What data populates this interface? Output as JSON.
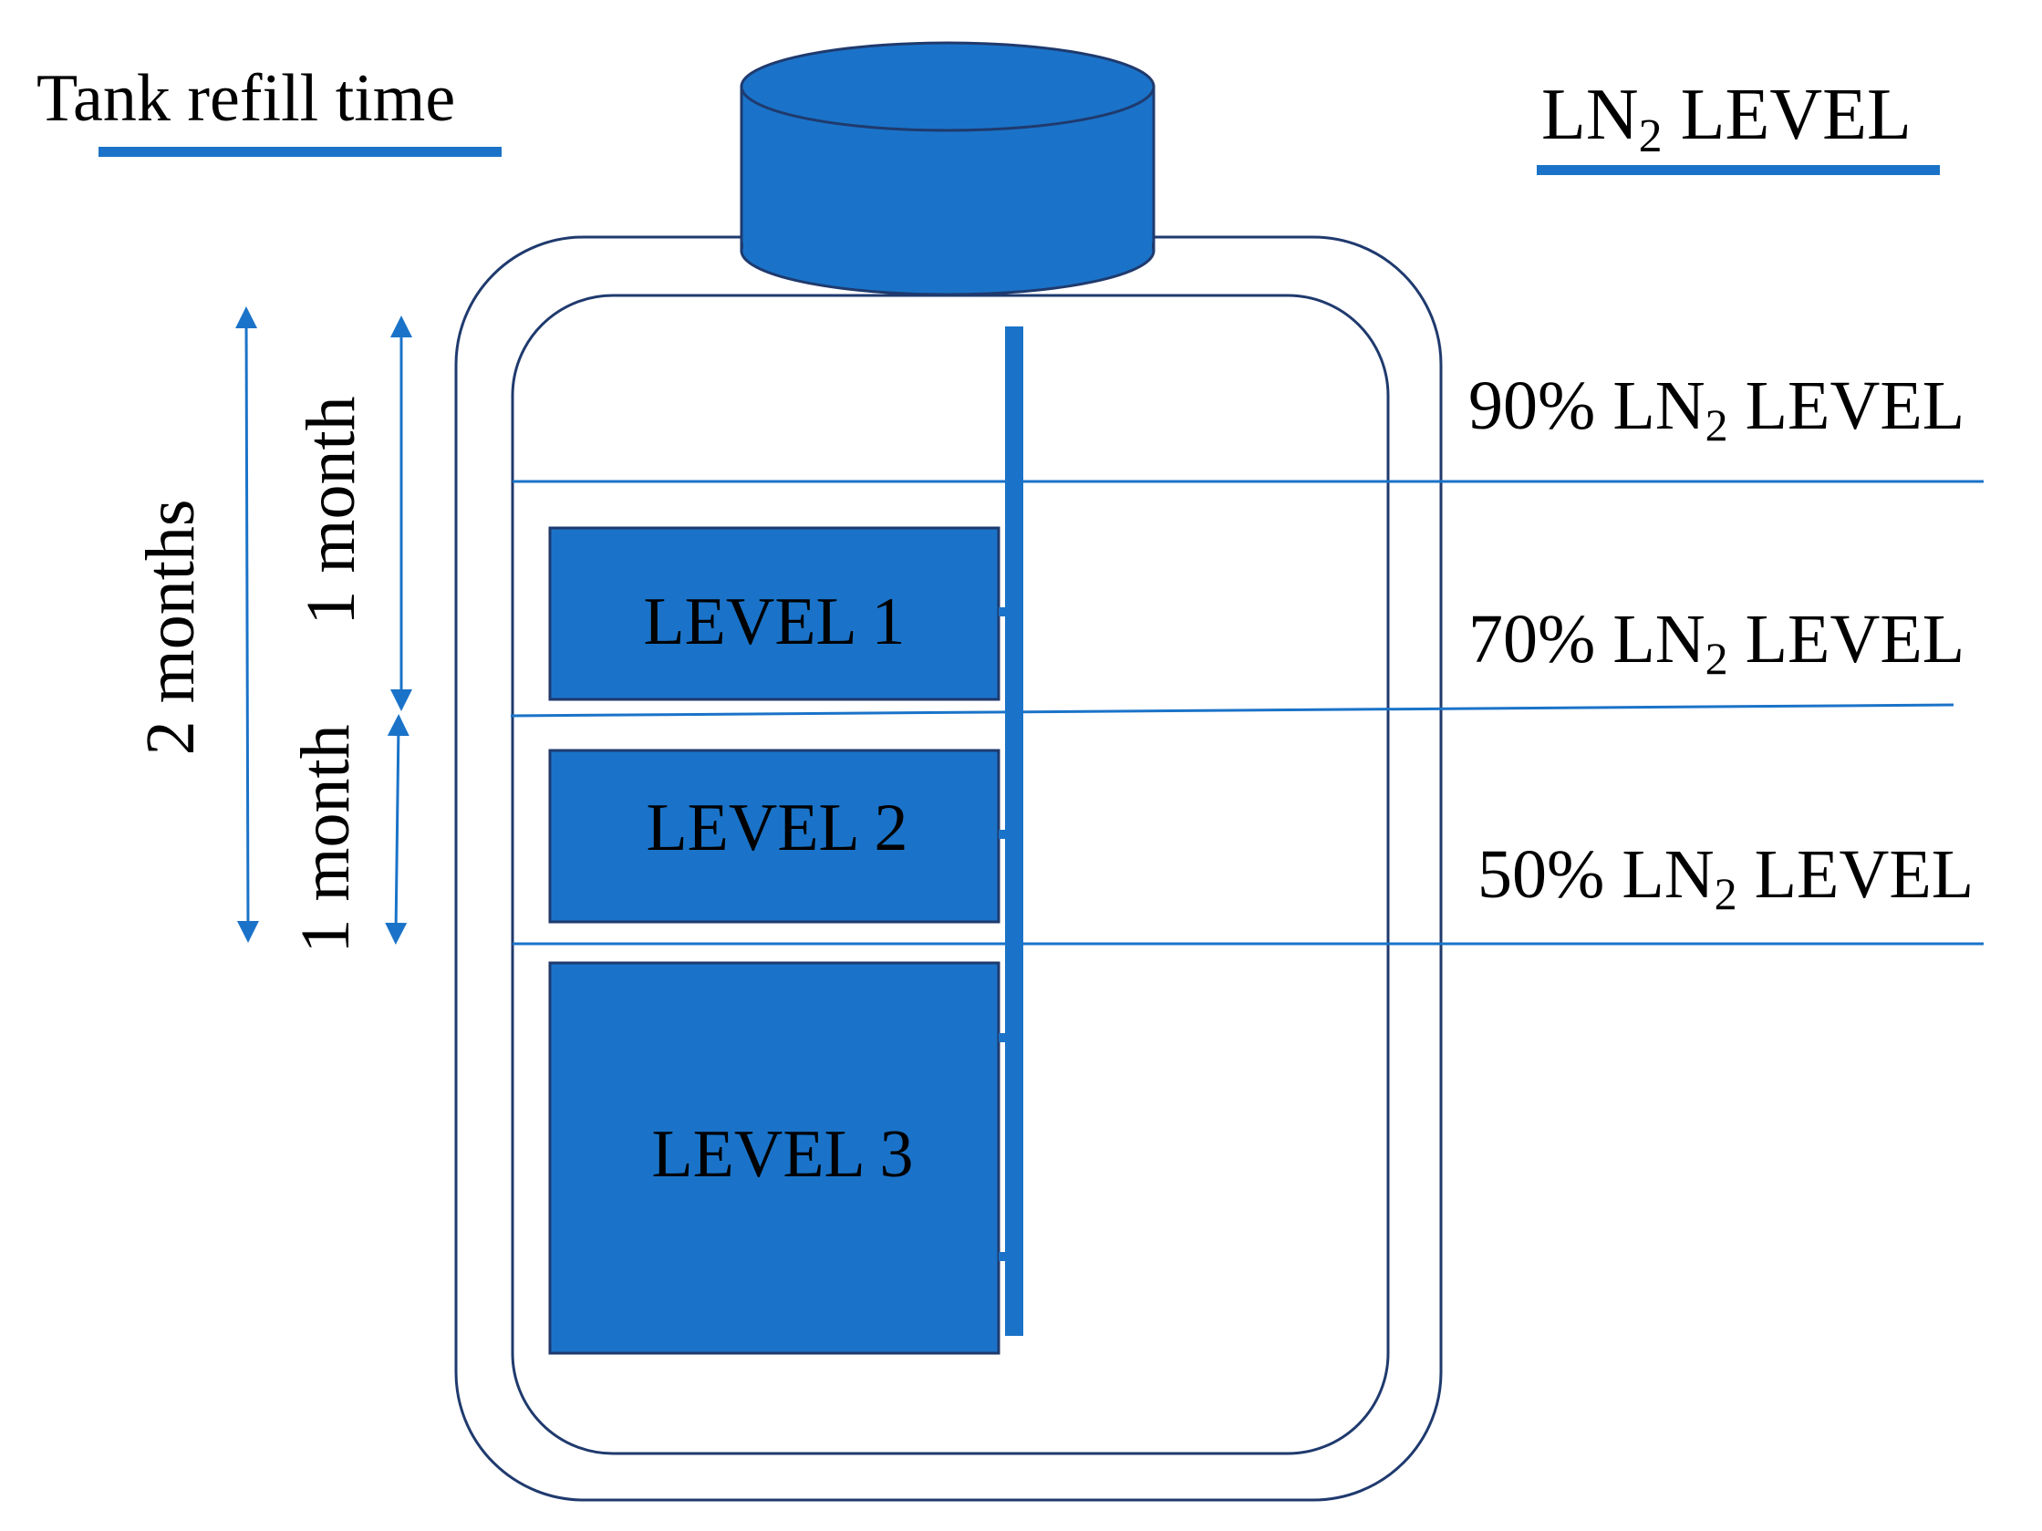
{
  "left_header": {
    "title": "Tank refill time"
  },
  "right_header": {
    "title_prefix": "LN",
    "title_sub": "2",
    "title_suffix": " LEVEL"
  },
  "levels": [
    {
      "pct": "90%",
      "prefix": "LN",
      "sub": "2",
      "suffix": " LEVEL"
    },
    {
      "pct": "70%",
      "prefix": "LN",
      "sub": "2",
      "suffix": " LEVEL"
    },
    {
      "pct": "50%",
      "prefix": "LN",
      "sub": "2",
      "suffix": " LEVEL"
    }
  ],
  "boxes": [
    {
      "label": "LEVEL 1"
    },
    {
      "label": "LEVEL 2"
    },
    {
      "label": "LEVEL 3"
    }
  ],
  "refill": {
    "two_months": "2 months",
    "one_month_upper": "1 month",
    "one_month_lower": "1 month"
  },
  "colors": {
    "accent": "#1a73c8",
    "outline": "#1f3a6e",
    "text": "#000000"
  }
}
